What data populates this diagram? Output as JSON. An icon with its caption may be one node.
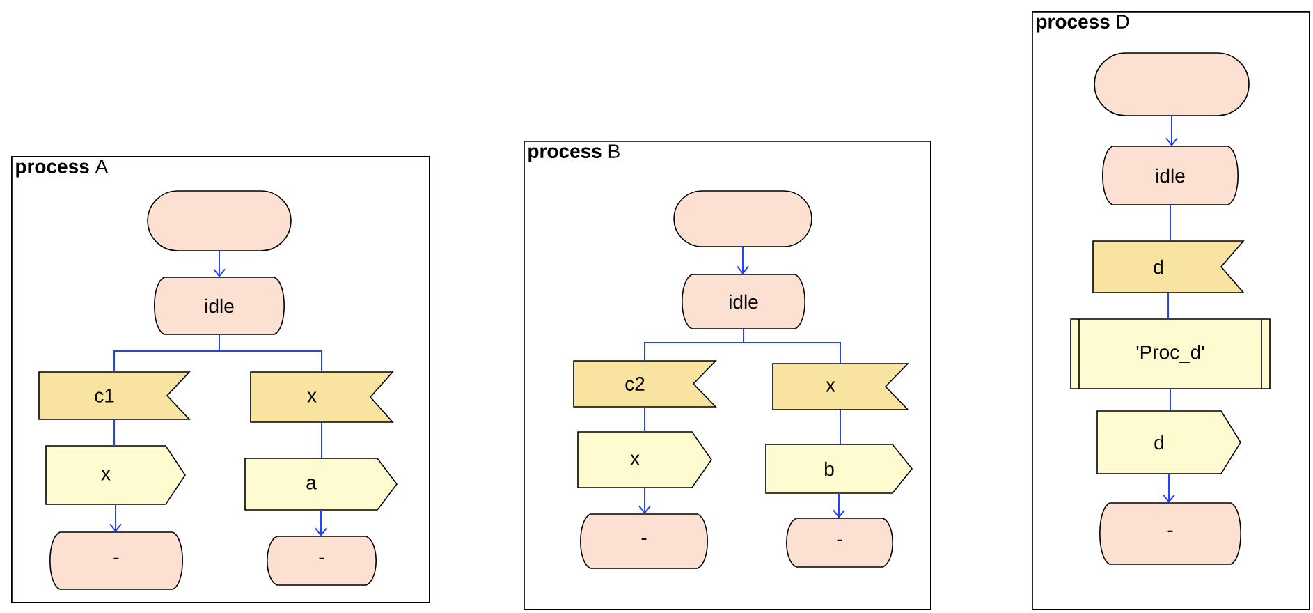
{
  "diagram": {
    "nodes": [
      {
        "text": [
          "**process** A"
        ]
      },
      {
        "text": [],
        "shape": "oval",
        "in": 0
      },
      {
        "text": [
          "idle"
        ],
        "in": 0
      },
      {
        "text": [
          "c1"
        ],
        "in": 0
      },
      {
        "text": [
          "x"
        ],
        "in": 0
      },
      {
        "text": [
          "x"
        ],
        "in": 0
      },
      {
        "text": [
          "a"
        ],
        "in": 0
      },
      {
        "text": [
          "-"
        ],
        "in": 0
      },
      {
        "text": [
          "-"
        ],
        "in": 0
      },
      {
        "text": [
          "**process** B"
        ]
      },
      {
        "text": [],
        "shape": "oval",
        "in": 9
      },
      {
        "text": [
          "idle"
        ],
        "in": 9
      },
      {
        "text": [
          "c2"
        ],
        "in": 9
      },
      {
        "text": [
          "x"
        ],
        "in": 9
      },
      {
        "text": [
          "x"
        ],
        "in": 9
      },
      {
        "text": [
          "b"
        ],
        "in": 9
      },
      {
        "text": [
          "-"
        ],
        "in": 9
      },
      {
        "text": [
          "-"
        ],
        "in": 9
      },
      {
        "text": [
          "**process** D"
        ]
      },
      {
        "text": [],
        "shape": "oval",
        "in": 18
      },
      {
        "text": [
          "idle"
        ],
        "in": 18
      },
      {
        "text": [
          "d"
        ],
        "in": 18
      },
      {
        "text": [
          "'Proc_d'"
        ],
        "in": 18
      },
      {
        "text": [
          "d"
        ],
        "in": 18
      },
      {
        "text": [
          "-"
        ],
        "in": 18
      }
    ],
    "edges": [
      {
        "from": 1,
        "to": 2,
        "arrow": "to"
      },
      {
        "from": 2,
        "to": 3,
        "arrow": "none"
      },
      {
        "from": 2,
        "to": 4,
        "arrow": "none"
      },
      {
        "from": 3,
        "to": 5,
        "arrow": "none"
      },
      {
        "from": 4,
        "to": 6,
        "arrow": "none"
      },
      {
        "from": 5,
        "to": 7,
        "arrow": "to"
      },
      {
        "from": 6,
        "to": 8,
        "arrow": "to"
      },
      {
        "from": 10,
        "to": 11,
        "arrow": "to"
      },
      {
        "from": 11,
        "to": 12,
        "arrow": "none"
      },
      {
        "from": 11,
        "to": 13,
        "arrow": "none"
      },
      {
        "from": 12,
        "to": 14,
        "arrow": "none"
      },
      {
        "from": 13,
        "to": 15,
        "arrow": "none"
      },
      {
        "from": 14,
        "to": 16,
        "arrow": "to"
      },
      {
        "from": 15,
        "to": 17,
        "arrow": "to"
      },
      {
        "from": 19,
        "to": 20,
        "arrow": "to"
      },
      {
        "from": 20,
        "to": 21,
        "arrow": "none"
      },
      {
        "from": 21,
        "to": 22,
        "arrow": "none"
      },
      {
        "from": 22,
        "to": 23,
        "arrow": "none"
      },
      {
        "from": 23,
        "to": 24,
        "arrow": "to"
      }
    ]
  }
}
